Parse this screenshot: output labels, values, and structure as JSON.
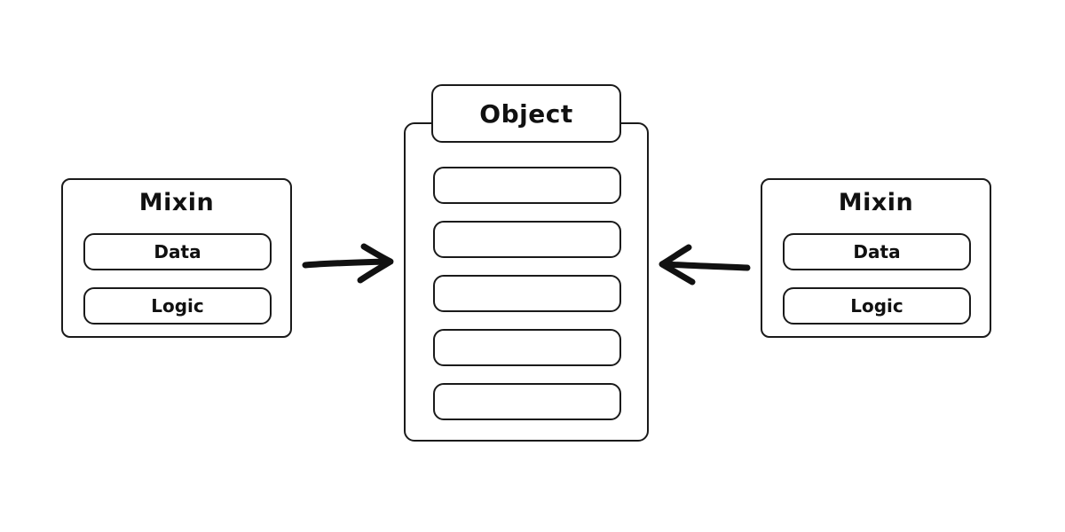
{
  "diagram": {
    "object": {
      "title": "Object",
      "slot_count": 5
    },
    "left_mixin": {
      "title": "Mixin",
      "items": [
        "Data",
        "Logic"
      ]
    },
    "right_mixin": {
      "title": "Mixin",
      "items": [
        "Data",
        "Logic"
      ]
    },
    "arrows": {
      "left": "arrow pointing right into object",
      "right": "arrow pointing left into object"
    },
    "colors": {
      "stroke": "#1a1a1a",
      "background": "#ffffff",
      "text": "#111111"
    }
  }
}
